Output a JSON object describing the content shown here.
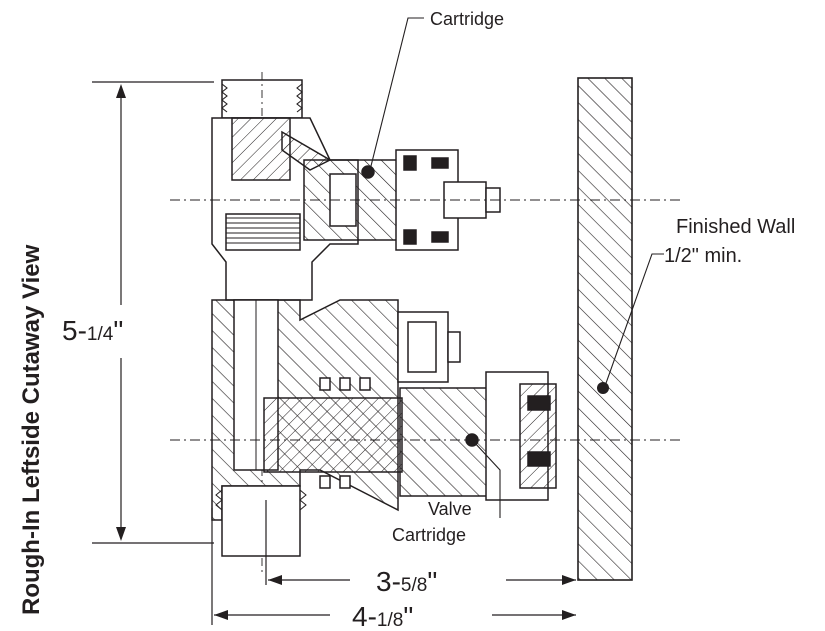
{
  "title": "Rough-In Leftside Cutaway View",
  "callouts": {
    "cartridge": "Cartridge",
    "finished_wall_line1": "Finished Wall",
    "finished_wall_line2": "1/2\" min.",
    "valve_cartridge_line1": "Valve",
    "valve_cartridge_line2": "Cartridge"
  },
  "dimensions": {
    "height": {
      "whole": "5-",
      "fraction": "1/4",
      "mark": "\""
    },
    "depth_to_wall": {
      "whole": "3-",
      "fraction": "5/8",
      "mark": "\""
    },
    "overall_depth": {
      "whole": "4-",
      "fraction": "1/8",
      "mark": "\""
    }
  },
  "colors": {
    "ink": "#231f20",
    "background": "#ffffff"
  }
}
